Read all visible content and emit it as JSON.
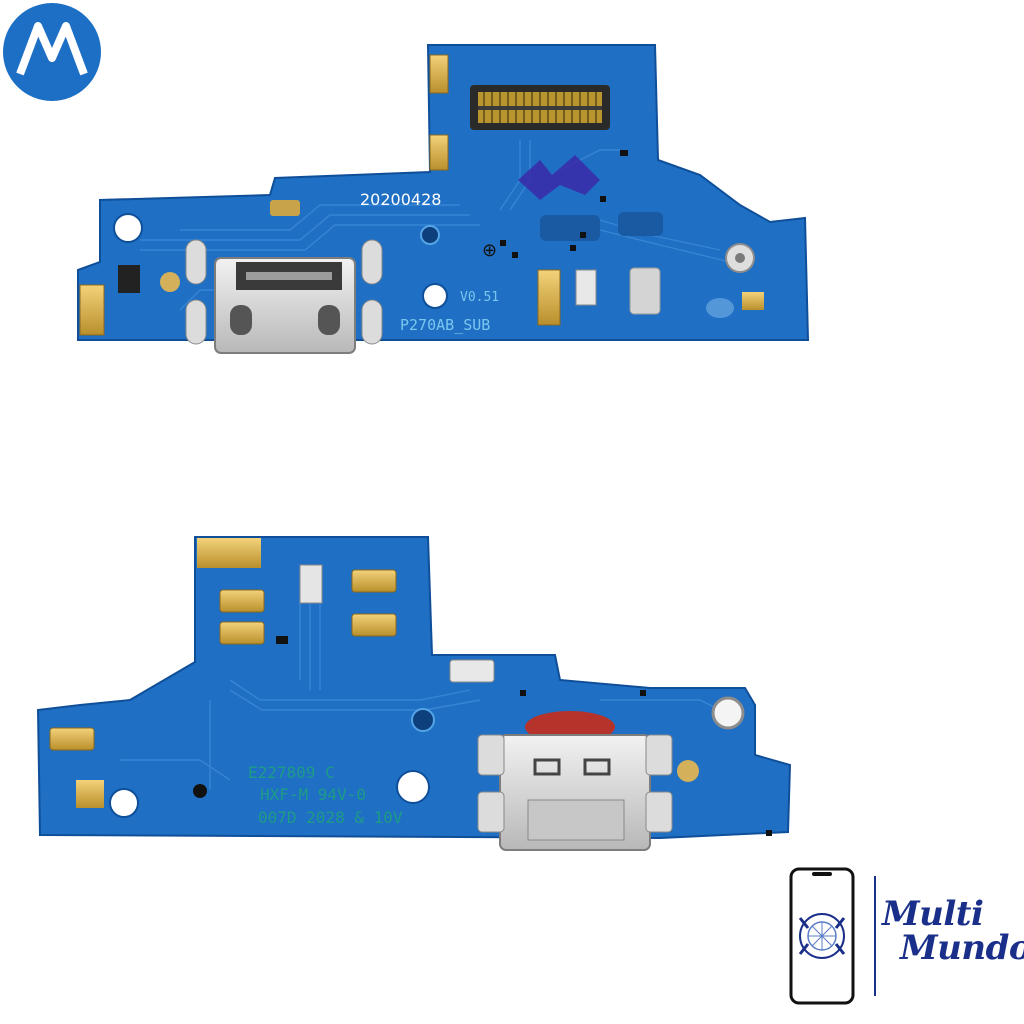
{
  "top_board": {
    "date_code": "20200428",
    "version_label": "V0.51",
    "part_label": "P270AB_SUB"
  },
  "bottom_board": {
    "line1": "E227809 C",
    "line2": "HXF-M 94V-0",
    "line3": "007D 2028 & 10V"
  },
  "multimundo_logo": {
    "line1": "Multi",
    "line2": "Mundo"
  },
  "colors": {
    "pcb_blue": "#1f6fc4",
    "pcb_dark": "#1659a8",
    "gold": "#d8b24a",
    "silver": "#cfcfcf",
    "motorola_blue": "#1d6fc6",
    "brand_navy": "#1a2f8a"
  }
}
